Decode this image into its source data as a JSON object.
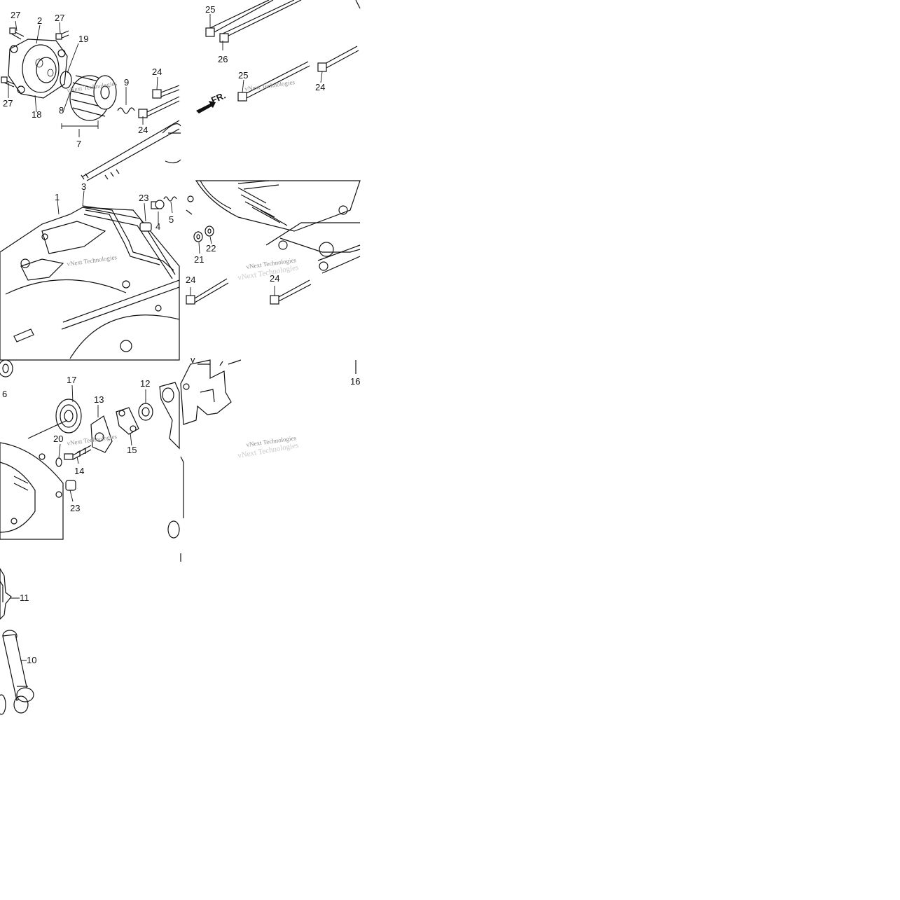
{
  "diagram": {
    "part_labels": {
      "p27a": "27",
      "p2": "2",
      "p27b": "27",
      "p19": "19",
      "p27c": "27",
      "p18": "18",
      "p9": "9",
      "p8": "8",
      "p7": "7",
      "p24a": "24",
      "p24b": "24",
      "p25a": "25",
      "p26": "26",
      "p25b": "25",
      "p24c": "24",
      "p1": "1",
      "p3": "3",
      "p23a": "23",
      "p4": "4",
      "p5": "5",
      "p21": "21",
      "p22": "22",
      "p24d": "24",
      "p24e": "24",
      "p6": "6",
      "p16": "16",
      "p17": "17",
      "p13": "13",
      "p12": "12",
      "p20": "20",
      "p14": "14",
      "p15": "15",
      "p23b": "23",
      "p11": "11",
      "p10": "10"
    },
    "direction_label": "FR.",
    "watermark": {
      "text": "vNext Technologies"
    }
  }
}
